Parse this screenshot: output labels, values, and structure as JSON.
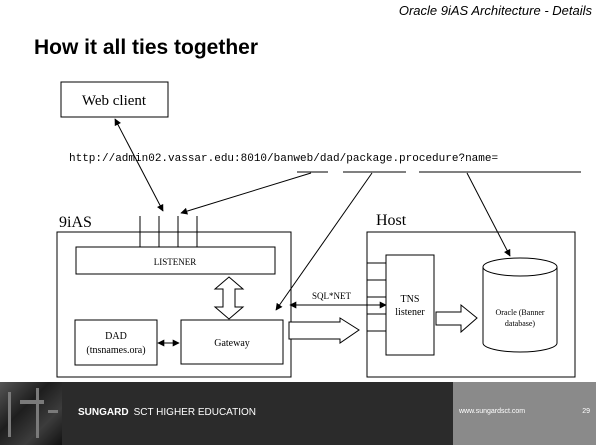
{
  "header": {
    "title": "Oracle 9iAS Architecture - Details"
  },
  "slide": {
    "title": "How it all ties together"
  },
  "diagram": {
    "web_client": "Web client",
    "url": "http://admin02.vassar.edu:8010/banweb/dad/package.procedure?name=",
    "ias_label": "9iAS",
    "host_label": "Host",
    "listener": "LISTENER",
    "dad_line1": "DAD",
    "dad_line2": "(tnsnames.ora)",
    "gateway": "Gateway",
    "sqlnet": "SQL*NET",
    "tns_line1": "TNS",
    "tns_line2": "listener",
    "oracle_line1": "Oracle (Banner",
    "oracle_line2": "database)"
  },
  "footer": {
    "brand_bold": "SUNGARD",
    "brand_rest": "SCT HIGHER EDUCATION",
    "url": "www.sungardsct.com",
    "page": "29"
  }
}
